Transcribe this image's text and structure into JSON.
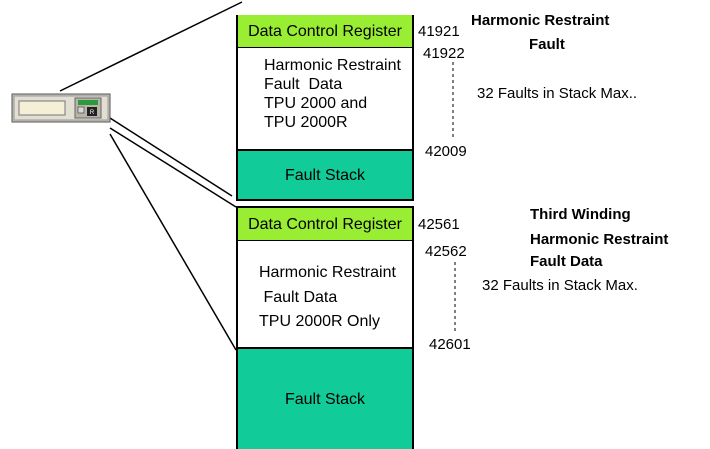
{
  "block1": {
    "register_label": "Data Control Register",
    "data_lines": [
      "Harmonic Restraint",
      "Fault  Data",
      "TPU 2000 and",
      "TPU 2000R"
    ],
    "stack_label": "Fault Stack",
    "addr_register": "41921",
    "addr_start": "41922",
    "addr_end": "42009",
    "title_lines": [
      "Harmonic Restraint",
      "Fault"
    ],
    "note": "32 Faults in Stack Max.."
  },
  "block2": {
    "register_label": "Data Control Register",
    "data_lines": [
      "Harmonic Restraint",
      " Fault Data",
      "TPU 2000R Only"
    ],
    "stack_label": "Fault Stack",
    "addr_register": "42561",
    "addr_start": "42562",
    "addr_end": "42601",
    "title_lines": [
      "Third Winding",
      "Harmonic Restraint",
      "Fault Data"
    ],
    "note": "32 Faults in Stack Max."
  },
  "colors": {
    "register": "#99ee33",
    "stack": "#11cc99"
  },
  "icons": {
    "device": "relay-device-icon"
  }
}
